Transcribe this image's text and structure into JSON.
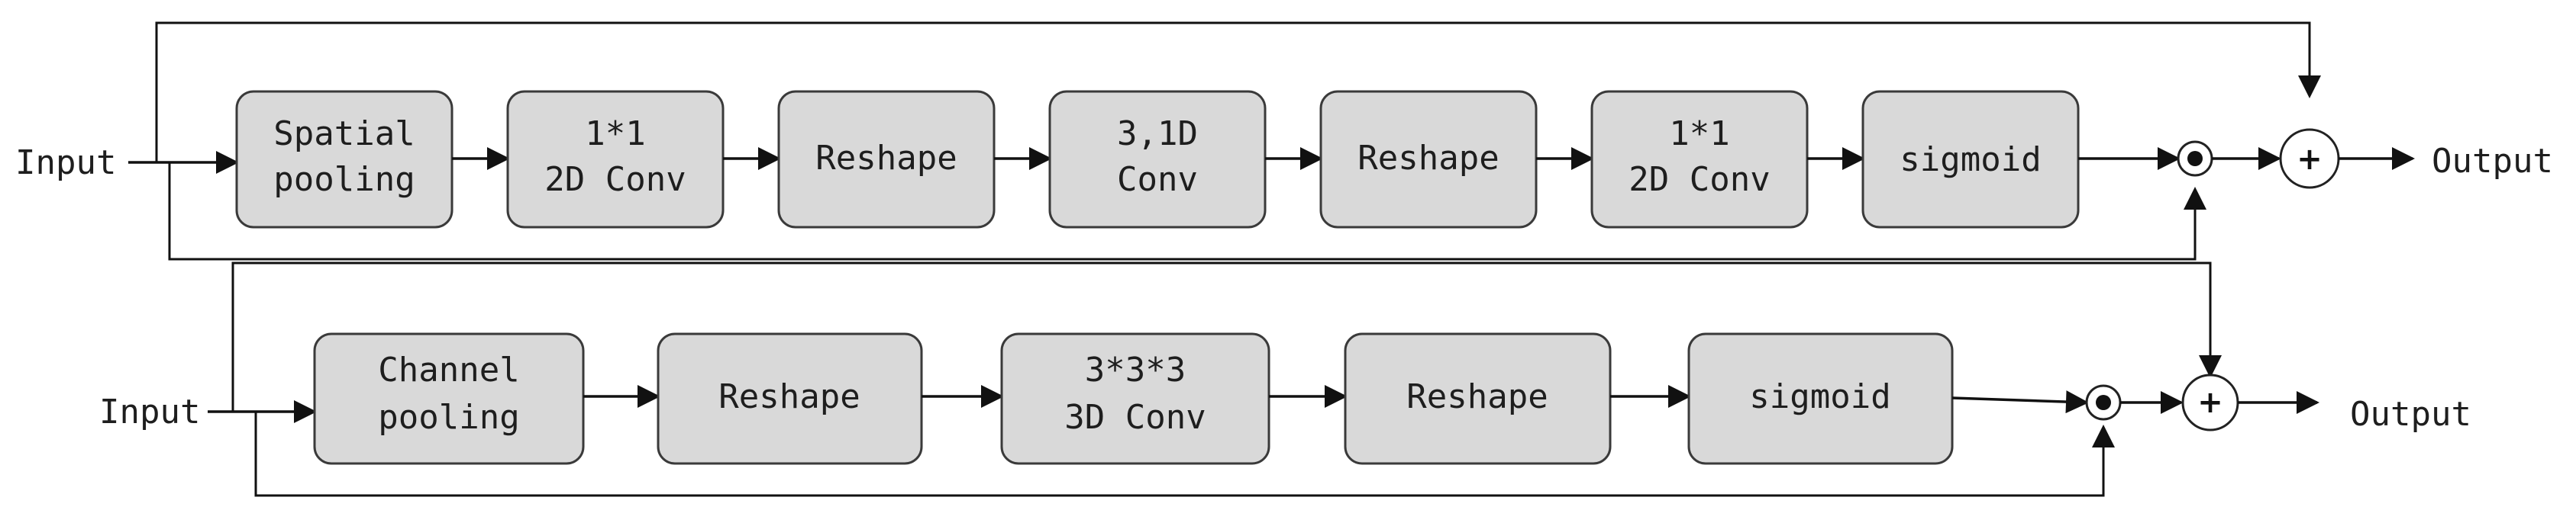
{
  "top_branch": {
    "input": "Input",
    "output": "Output",
    "blocks": [
      {
        "line1": "Spatial",
        "line2": "pooling"
      },
      {
        "line1": "1*1",
        "line2": "2D Conv"
      },
      {
        "line1": "Reshape",
        "line2": ""
      },
      {
        "line1": "3,1D",
        "line2": "Conv"
      },
      {
        "line1": "Reshape",
        "line2": ""
      },
      {
        "line1": "1*1",
        "line2": "2D Conv"
      },
      {
        "line1": "sigmoid",
        "line2": ""
      }
    ],
    "multiply_symbol": "multiply-dot-icon",
    "add_symbol": "+"
  },
  "bottom_branch": {
    "input": "Input",
    "output": "Output",
    "blocks": [
      {
        "line1": "Channel",
        "line2": "pooling"
      },
      {
        "line1": "Reshape",
        "line2": ""
      },
      {
        "line1": "3*3*3",
        "line2": "3D Conv"
      },
      {
        "line1": "Reshape",
        "line2": ""
      },
      {
        "line1": "sigmoid",
        "line2": ""
      }
    ],
    "multiply_symbol": "multiply-dot-icon",
    "add_symbol": "+"
  }
}
